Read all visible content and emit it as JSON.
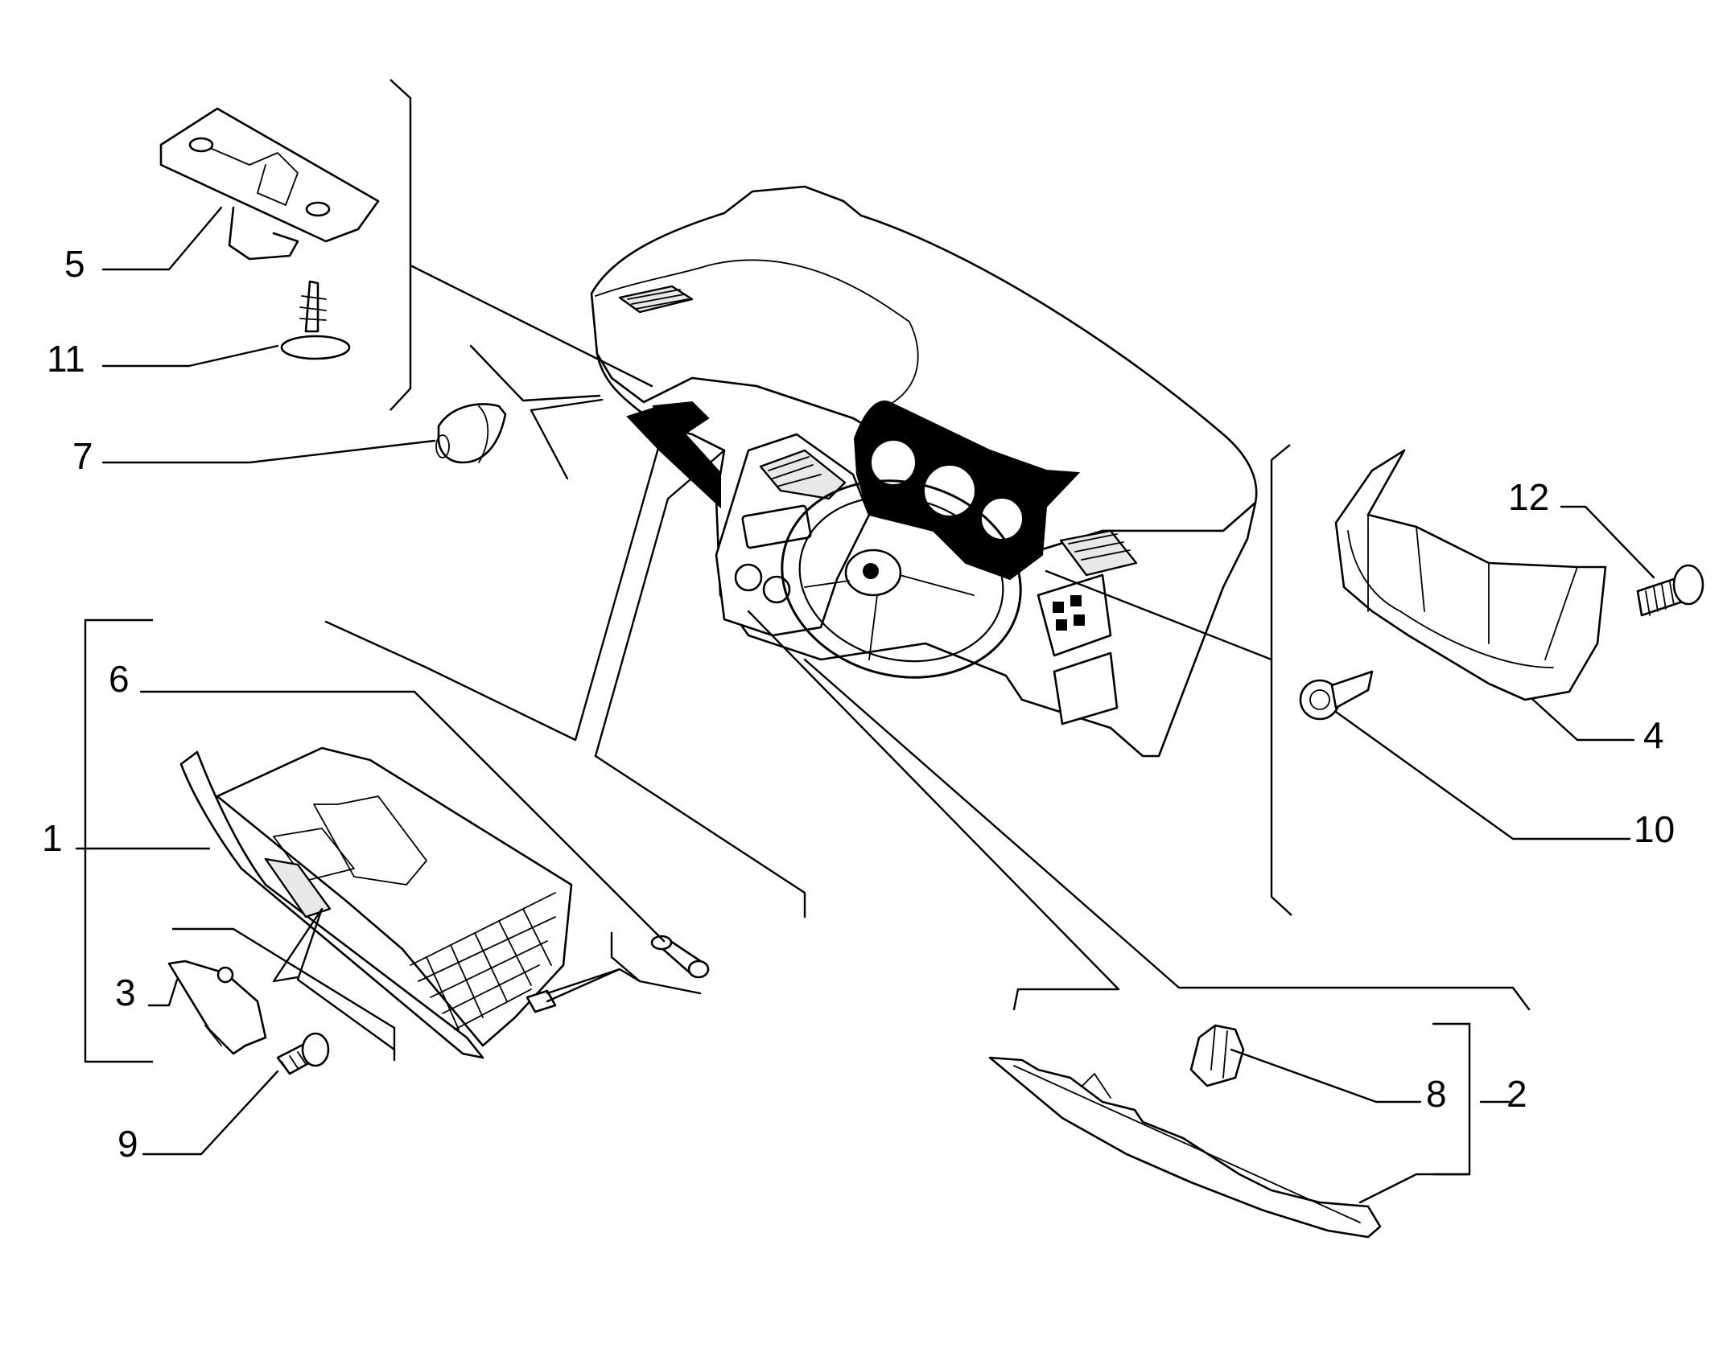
{
  "diagram": {
    "labels": {
      "p1": "1",
      "p2": "2",
      "p3": "3",
      "p4": "4",
      "p5": "5",
      "p6": "6",
      "p7": "7",
      "p8": "8",
      "p9": "9",
      "p10": "10",
      "p11": "11",
      "p12": "12"
    },
    "line_color": "#000000",
    "background": "#ffffff"
  }
}
